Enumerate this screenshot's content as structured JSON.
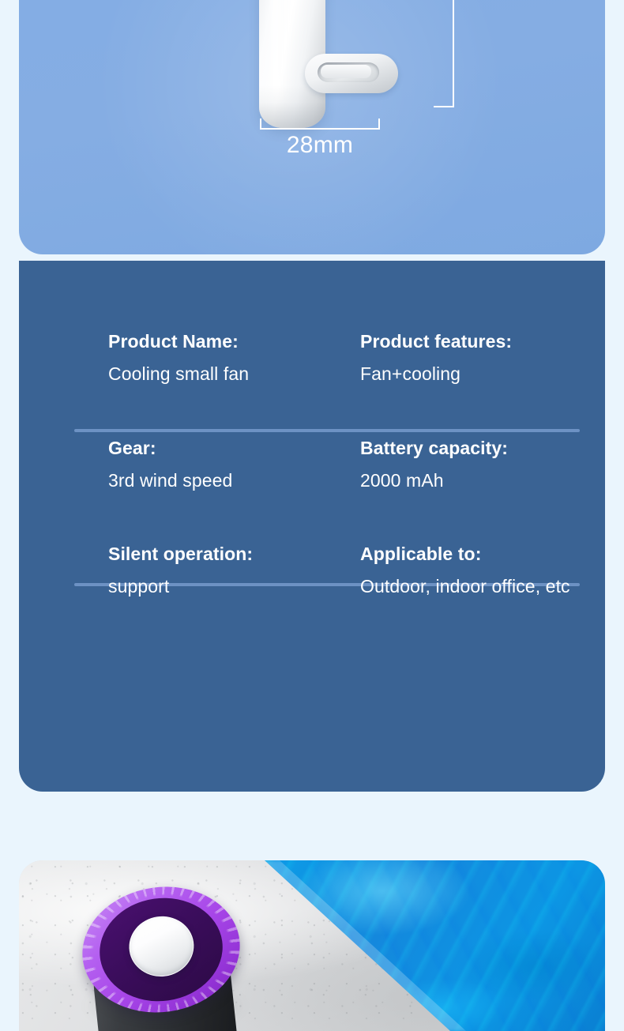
{
  "page": {
    "background_color": "#eaf5fd"
  },
  "hero": {
    "name": "product-dimension-photo",
    "background_color": "#84ade4",
    "product_image_alt": "white cylindrical mini fan handle with lanyard loop",
    "dimension_label": "28mm",
    "dimension_line_color": "#ffffff",
    "has_vertical_dimension_line": true
  },
  "spec_card": {
    "background_color": "#3a6394",
    "divider_color": "#6d92c4",
    "text_color": "#ffffff",
    "rows": [
      {
        "left": {
          "label": "Product Name:",
          "value": "Cooling small fan"
        },
        "right": {
          "label": "Product features:",
          "value": "Fan+cooling"
        }
      },
      {
        "left": {
          "label": "Gear:",
          "value": "3rd wind speed"
        },
        "right": {
          "label": "Battery capacity:",
          "value": "2000 mAh"
        }
      },
      {
        "left": {
          "label": "Silent operation:",
          "value": "support"
        },
        "right": {
          "label": "Applicable to:",
          "value": "Outdoor, indoor office, etc"
        }
      }
    ]
  },
  "photo_card": {
    "name": "lifestyle-photo-poolside",
    "product_alt": "purple and black handheld fan seen from above on concrete beside blue pool water",
    "accent_color": "#a746e8",
    "water_color": "#0aa2ea",
    "concrete_color": "#dcdddf"
  }
}
